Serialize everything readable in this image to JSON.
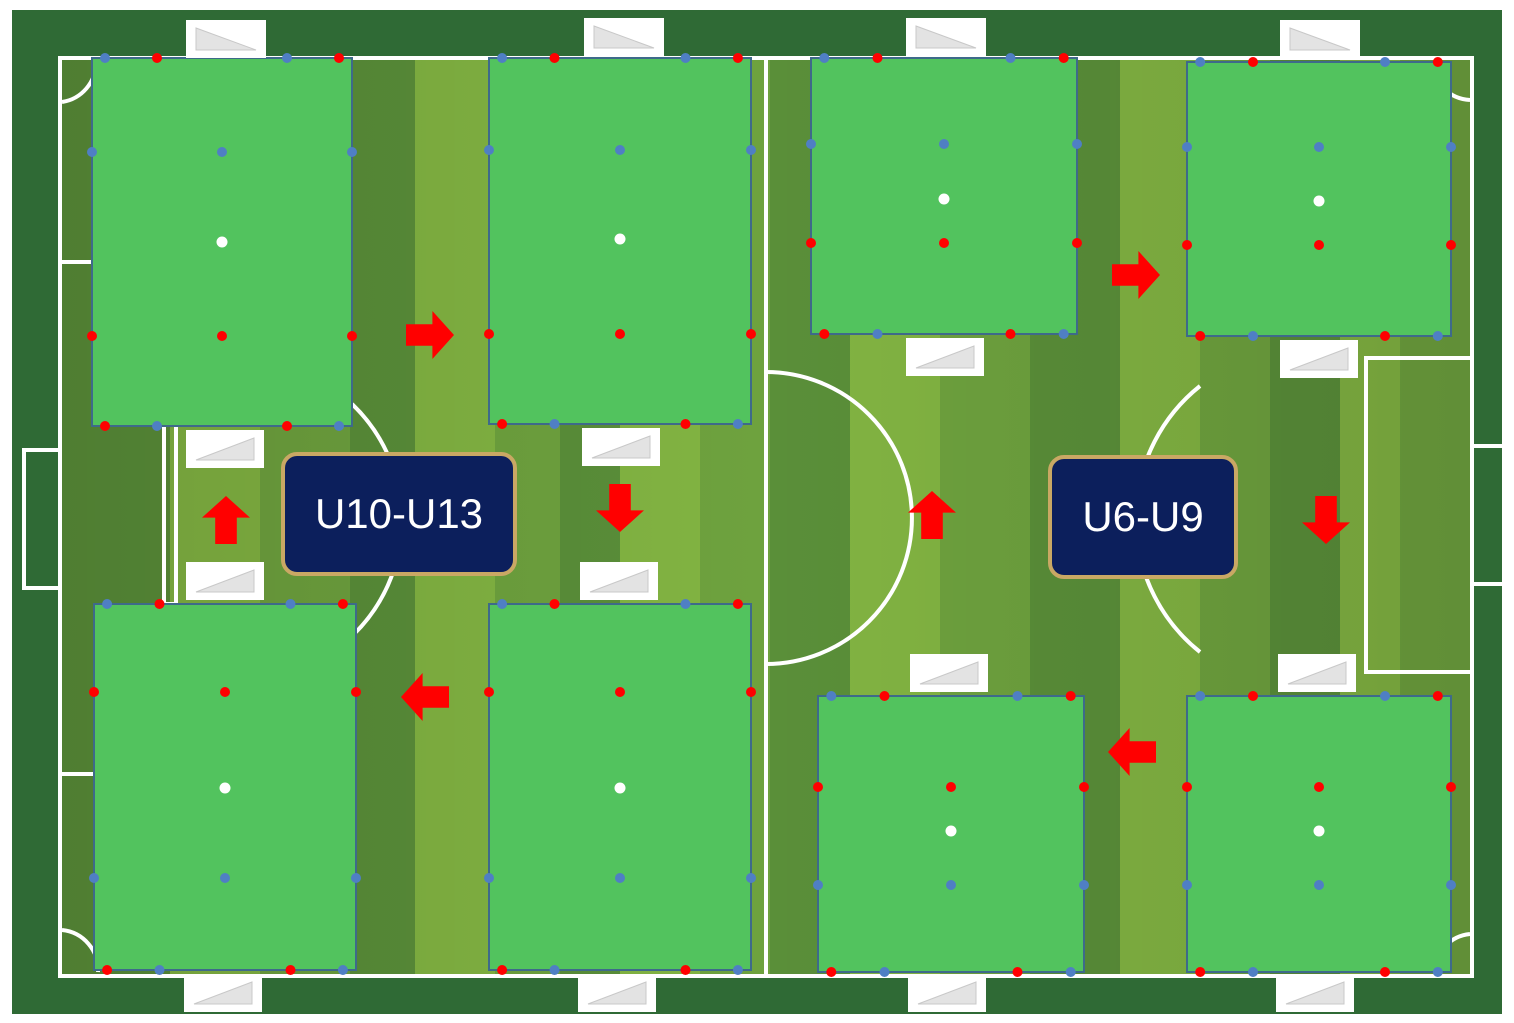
{
  "labels": {
    "left_group": "U10-U13",
    "right_group": "U6-U9"
  },
  "colors": {
    "turf_dark": "#2f6a35",
    "stripe_light": "#82b442",
    "stripe_mid": "#6ea23e",
    "stripe_dark": "#5a8f39",
    "mini_field": "#52c35e",
    "mini_field_border": "#3e6a8a",
    "line": "#ffffff",
    "cone_red": "#ff0000",
    "cone_blue": "#4f7fc4",
    "ball_white": "#ffffff",
    "arrow": "#ff0000",
    "label_bg": "#0c1f5c",
    "label_border": "#c9a864",
    "goal_icon_bg": "#ffffff"
  },
  "rotation_arrows": {
    "left_group": [
      "right",
      "down",
      "left",
      "up"
    ],
    "right_group": [
      "right",
      "down",
      "left",
      "up"
    ]
  }
}
